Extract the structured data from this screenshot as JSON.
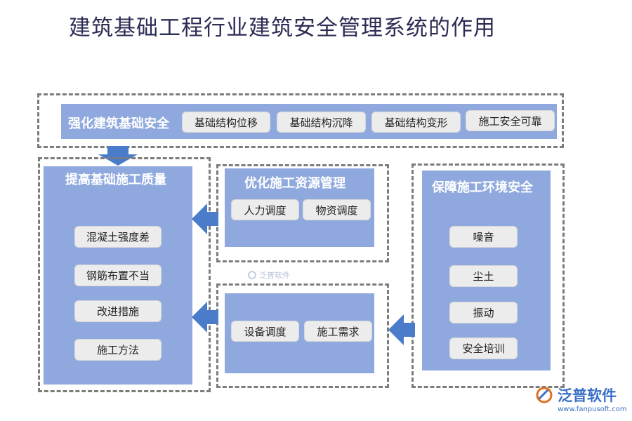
{
  "title": "建筑基础工程行业建筑安全管理系统的作用",
  "top": {
    "title": "强化建筑基础安全",
    "items": [
      "基础结构位移",
      "基础结构沉降",
      "基础结构变形",
      "施工安全可靠"
    ]
  },
  "left": {
    "title": "提高基础施工质量",
    "items": [
      "混凝土强度差",
      "钢筋布置不当",
      "改进措施",
      "施工方法"
    ]
  },
  "middle_top": {
    "title": "优化施工资源管理",
    "items": [
      "人力调度",
      "物资调度"
    ]
  },
  "middle_bottom": {
    "items": [
      "设备调度",
      "施工需求"
    ]
  },
  "right": {
    "title": "保障施工环境安全",
    "items": [
      "噪音",
      "尘土",
      "振动",
      "安全培训"
    ]
  },
  "colors": {
    "panel": "#8fa9de",
    "arrow": "#4a7cc9",
    "title": "#2c2d55"
  },
  "watermark_small": "泛普软件",
  "watermark": {
    "name": "泛普软件",
    "url": "www.fanpusoft.com"
  }
}
